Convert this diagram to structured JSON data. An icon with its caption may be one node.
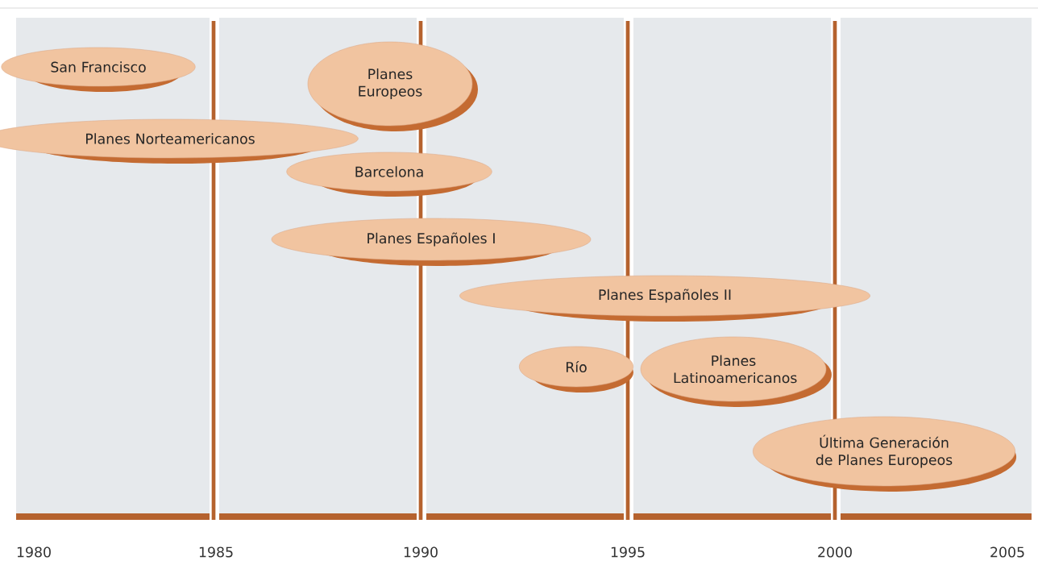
{
  "diagram": {
    "nodes": [
      {
        "text": [
          "San Francisco"
        ]
      },
      {
        "text": [
          "Planes Europeos"
        ]
      },
      {
        "text": [
          "Planes Norteamericanos"
        ]
      },
      {
        "text": [
          "Barcelona"
        ]
      },
      {
        "text": [
          "Planes Españoles I"
        ]
      },
      {
        "text": [
          "Planes Españoles II"
        ]
      },
      {
        "text": [
          "Río"
        ]
      },
      {
        "text": [
          "Planes Latinoamericanos"
        ]
      },
      {
        "text": [
          "Última Generación de Planes Europeos"
        ]
      }
    ],
    "labels": [
      "1980",
      "1985",
      "1990",
      "1995",
      "2000",
      "2005"
    ]
  }
}
